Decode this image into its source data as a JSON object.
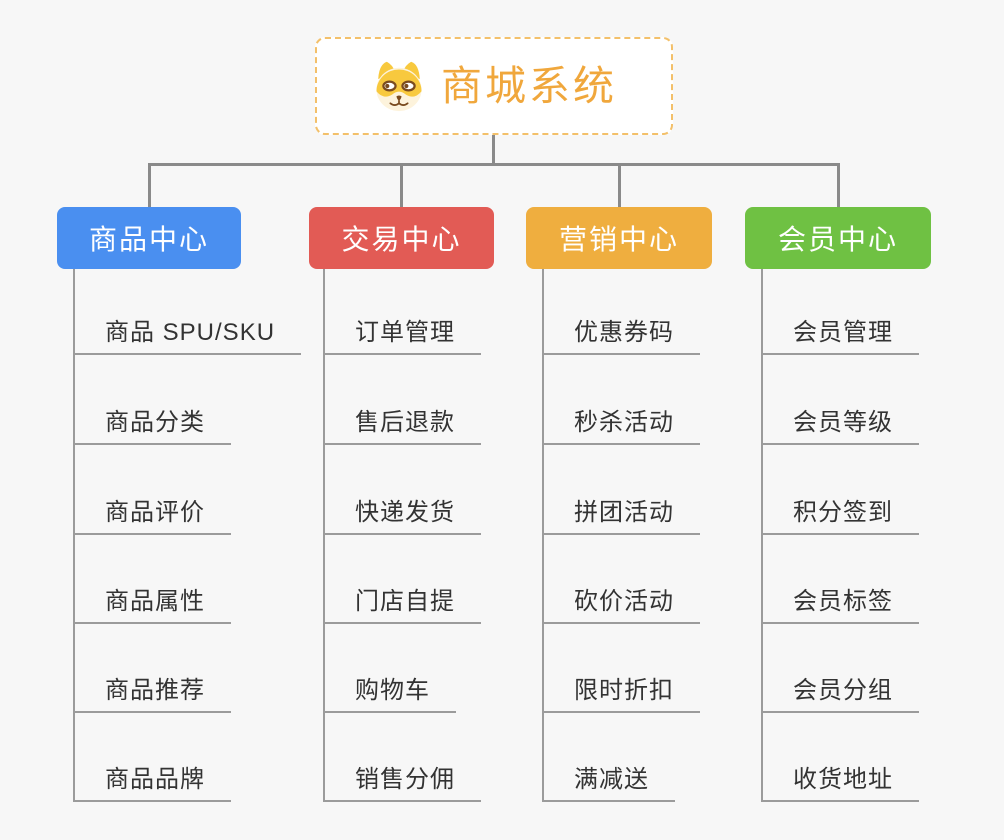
{
  "root": {
    "title": "商城系统",
    "icon": "dog-face-icon"
  },
  "branches": [
    {
      "title": "商品中心",
      "color": "#4a8ff0",
      "children": [
        "商品 SPU/SKU",
        "商品分类",
        "商品评价",
        "商品属性",
        "商品推荐",
        "商品品牌"
      ]
    },
    {
      "title": "交易中心",
      "color": "#e25b55",
      "children": [
        "订单管理",
        "售后退款",
        "快递发货",
        "门店自提",
        "购物车",
        "销售分佣"
      ]
    },
    {
      "title": "营销中心",
      "color": "#efae3f",
      "children": [
        "优惠券码",
        "秒杀活动",
        "拼团活动",
        "砍价活动",
        "限时折扣",
        "满减送"
      ]
    },
    {
      "title": "会员中心",
      "color": "#6fc143",
      "children": [
        "会员管理",
        "会员等级",
        "积分签到",
        "会员标签",
        "会员分组",
        "收货地址"
      ]
    }
  ],
  "colors": {
    "background": "#f7f7f7",
    "connector": "#8a8a8a",
    "underline": "#9b9b9b",
    "child_text": "#333333",
    "branch_text": "#ffffff",
    "root_title": "#f0a73c",
    "root_border": "#f3c06a"
  }
}
